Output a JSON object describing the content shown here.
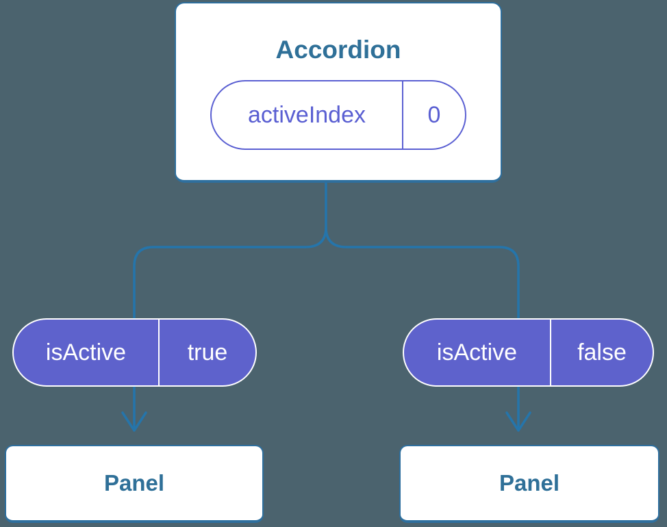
{
  "diagram": {
    "root": {
      "title": "Accordion",
      "state_pill": {
        "label": "activeIndex",
        "value": "0"
      }
    },
    "branches": [
      {
        "prop_pill": {
          "label": "isActive",
          "value": "true"
        },
        "panel": {
          "title": "Panel"
        }
      },
      {
        "prop_pill": {
          "label": "isActive",
          "value": "false"
        },
        "panel": {
          "title": "Panel"
        }
      }
    ]
  },
  "colors": {
    "background": "#4B636E",
    "connector": "#2575AB",
    "card_bg": "#FFFFFF",
    "card_border": "#2E6F9E",
    "heading_text": "#2F7098",
    "state_pill_accent": "#5A5FD2",
    "prop_pill_fill": "#5E62CC",
    "prop_pill_text": "#FFFFFF"
  }
}
